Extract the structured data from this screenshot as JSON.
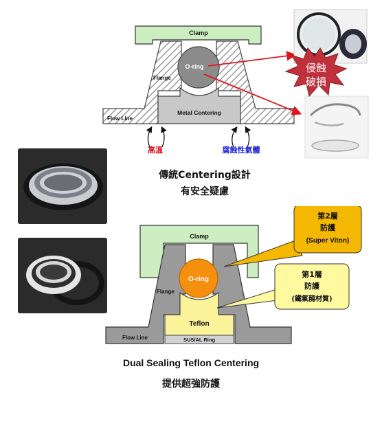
{
  "top_diagram": {
    "clamp_label": "Clamp",
    "oring_label": "O-ring",
    "flange_label": "Flange",
    "metal_centering_label": "Metal Centering",
    "flow_line_label": "Flow Line",
    "high_temp_label": "高溫",
    "corrosive_gas_label": "腐蝕性氣體",
    "burst_line1": "侵蝕",
    "burst_line2": "破損",
    "caption_line1": "傳統Centering設計",
    "caption_line2": "有安全疑慮"
  },
  "bottom_diagram": {
    "clamp_label": "Clamp",
    "oring_label": "O-ring",
    "flange_label": "Flange",
    "teflon_label": "Teflon",
    "ring_label": "SUS/AL Ring",
    "flow_line_label": "Flow Line",
    "callout2_line1": "第2層",
    "callout2_line2": "防護",
    "callout2_line3": "(Super Viton)",
    "callout1_line1": "第1層",
    "callout1_line2": "防護",
    "callout1_line3": "(鐵氟龍材質)",
    "caption_line1": "Dual Sealing Teflon Centering",
    "caption_line2": "提供超強防護"
  },
  "colors": {
    "clamp_green": "#cdeec0",
    "hatch_gray": "#9a9a9a",
    "metal_gray": "#c8c8c8",
    "oring_gray": "#8c8c8c",
    "oring_orange": "#f5900f",
    "teflon_yellow": "#fbf39a",
    "callout_gold": "#f5b800",
    "callout_yellow": "#fffaa0",
    "arrow_red": "#e0141e",
    "burst_red": "#c0303a",
    "high_temp_red": "#e0141e",
    "corrosive_blue": "#1a20d8"
  }
}
